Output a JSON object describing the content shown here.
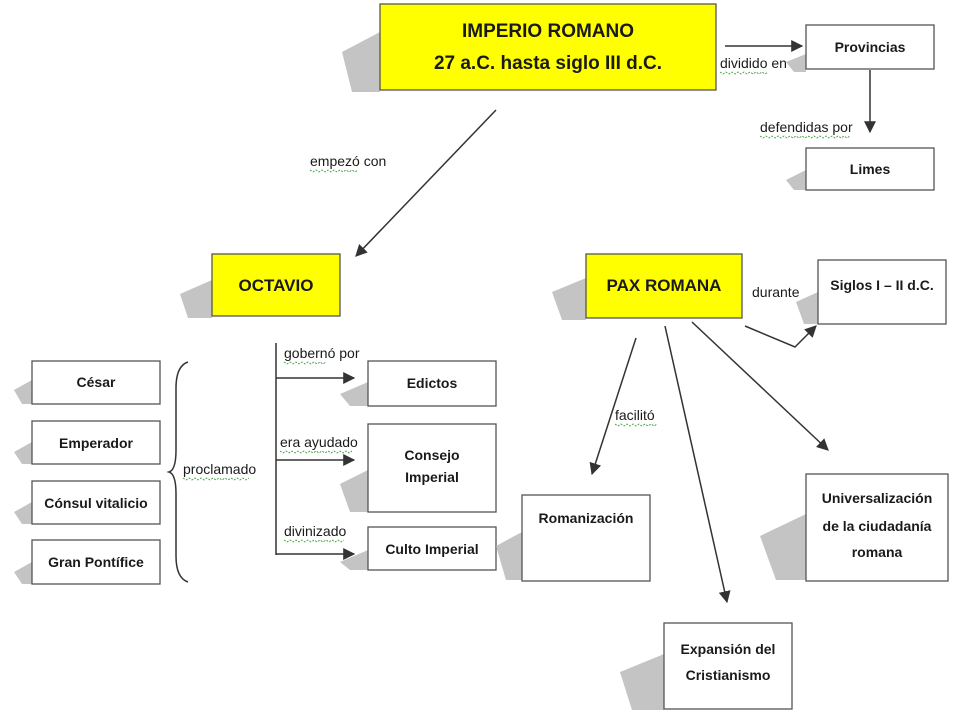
{
  "nodes": {
    "imperio": {
      "lines": [
        "IMPERIO ROMANO",
        "27 a.C. hasta siglo III d.C."
      ]
    },
    "provincias": {
      "lines": [
        "Provincias"
      ]
    },
    "limes": {
      "lines": [
        "Limes"
      ]
    },
    "octavio": {
      "lines": [
        "OCTAVIO"
      ]
    },
    "pax": {
      "lines": [
        "PAX ROMANA"
      ]
    },
    "siglos": {
      "lines": [
        "Siglos I – II d.C."
      ]
    },
    "cesar": {
      "lines": [
        "César"
      ]
    },
    "emperador": {
      "lines": [
        "Emperador"
      ]
    },
    "consul": {
      "lines": [
        "Cónsul vitalicio"
      ]
    },
    "pontifice": {
      "lines": [
        "Gran Pontífice"
      ]
    },
    "edictos": {
      "lines": [
        "Edictos"
      ]
    },
    "consejo": {
      "lines": [
        "Consejo",
        "Imperial"
      ]
    },
    "culto": {
      "lines": [
        "Culto Imperial"
      ]
    },
    "romanizacion": {
      "lines": [
        "Romanización"
      ]
    },
    "universalizacion": {
      "lines": [
        "Universalización",
        "de la ciudadanía",
        "romana"
      ]
    },
    "expansion": {
      "lines": [
        "Expansión del",
        "Cristianismo"
      ]
    }
  },
  "edge_labels": {
    "dividido": "dividido en",
    "defendidas": "defendidas por",
    "empezo": "empezó con",
    "durante": "durante",
    "gobierno": "gobernó por",
    "ayudado": "era ayudado",
    "divinizado": "divinizado",
    "proclamado": "proclamado",
    "facilito": "facilitó"
  },
  "colors": {
    "yellow": "#ffff00",
    "line": "#333333",
    "shadow": "#c4c4c4"
  }
}
